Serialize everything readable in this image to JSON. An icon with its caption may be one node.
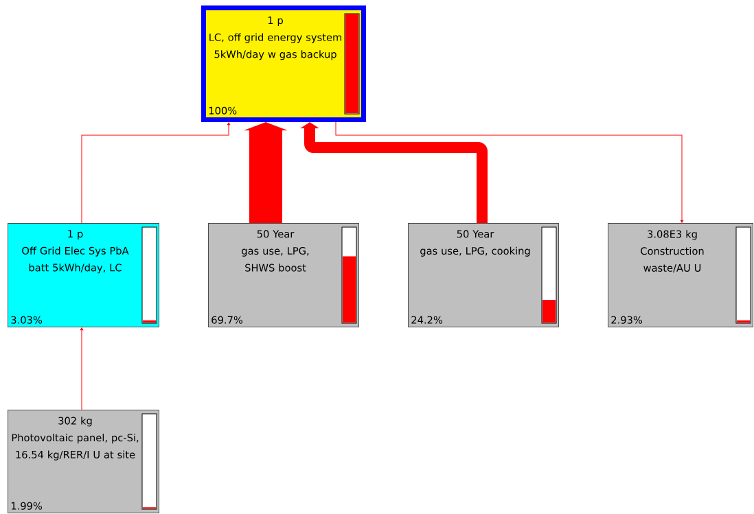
{
  "diagram": {
    "nodes": [
      {
        "text": [
          "1 p",
          "LC, off grid energy system 5kWh/day w gas backup",
          "100%"
        ]
      },
      {
        "text": [
          "1 p",
          "Off Grid Elec Sys PbA batt 5kWh/day, LC",
          "3.03%"
        ]
      },
      {
        "text": [
          "50 Year",
          "gas use, LPG, SHWS boost",
          "69.7%"
        ]
      },
      {
        "text": [
          "50 Year",
          "gas use, LPG, cooking",
          "24.2%"
        ]
      },
      {
        "text": [
          "3.08E3 kg",
          "Construction waste/AU U",
          "2.93%"
        ]
      },
      {
        "text": [
          "302 kg",
          "Photovoltaic panel, pc-Si, 16.54 kg/RER/I U at site",
          "1.99%"
        ]
      }
    ],
    "edges": [
      {
        "from": 1,
        "to": 0,
        "arrow": "to"
      },
      {
        "from": 2,
        "to": 0,
        "arrow": "to",
        "style": "thick"
      },
      {
        "from": 3,
        "to": 0,
        "arrow": "to",
        "style": "thick"
      },
      {
        "from": 0,
        "to": 4,
        "arrow": "to"
      },
      {
        "from": 5,
        "to": 1,
        "arrow": "to"
      }
    ]
  }
}
